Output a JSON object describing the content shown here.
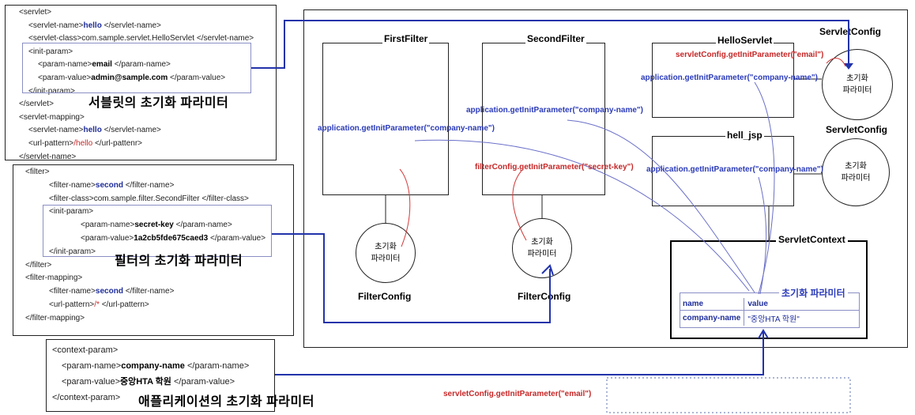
{
  "servlet_xml": {
    "lines": [
      {
        "open": "<servlet>",
        "value": "",
        "close": "",
        "style": "t"
      },
      {
        "open": "<servlet-name>",
        "value": "hello",
        "close": "</servlet-name>",
        "style": "blue"
      },
      {
        "open": "<servlet-class>",
        "value": "com.sample.servlet.HelloServlet",
        "close": "</servlet-name>",
        "style": "t"
      },
      {
        "open": "<init-param>",
        "value": "",
        "close": "",
        "style": "t"
      },
      {
        "open": "<param-name>",
        "value": "email",
        "close": "</param-name>",
        "style": "blk"
      },
      {
        "open": "<param-value>",
        "value": "admin@sample.com",
        "close": "</param-value>",
        "style": "blk"
      },
      {
        "open": "</init-param>",
        "value": "",
        "close": "",
        "style": "t"
      },
      {
        "open": "</servlet>",
        "value": "",
        "close": "",
        "style": "t"
      },
      {
        "open": "<servlet-mapping>",
        "value": "",
        "close": "",
        "style": "t"
      },
      {
        "open": "<servlet-name>",
        "value": "hello",
        "close": "</servlet-name>",
        "style": "blue"
      },
      {
        "open": "<url-pattern>",
        "value": "/hello",
        "close": "</url-pattenr>",
        "style": "red"
      },
      {
        "open": "</servlet-name>",
        "value": "",
        "close": "",
        "style": "t"
      }
    ],
    "caption": "서블릿의 초기화 파라미터"
  },
  "filter_xml": {
    "lines": [
      {
        "open": "<filter>",
        "value": "",
        "close": "",
        "style": "t"
      },
      {
        "open": "<filter-name>",
        "value": "second",
        "close": "</filter-name>",
        "style": "blue"
      },
      {
        "open": "<filter-class>",
        "value": "com.sample.filter.SecondFilter",
        "close": "</filter-class>",
        "style": "t"
      },
      {
        "open": "<init-param>",
        "value": "",
        "close": "",
        "style": "t"
      },
      {
        "open": "<param-name>",
        "value": "secret-key",
        "close": "</param-name>",
        "style": "blk"
      },
      {
        "open": "<param-value>",
        "value": "1a2cb5fde675caed3",
        "close": "</param-value>",
        "style": "blk"
      },
      {
        "open": "</init-param>",
        "value": "",
        "close": "",
        "style": "t"
      },
      {
        "open": "</filter>",
        "value": "",
        "close": "",
        "style": "t"
      },
      {
        "open": "<filter-mapping>",
        "value": "",
        "close": "",
        "style": "t"
      },
      {
        "open": "<filter-name>",
        "value": "second",
        "close": "</filter-name>",
        "style": "blue"
      },
      {
        "open": "<url-pattern>",
        "value": "/*",
        "close": "</url-pattern>",
        "style": "red"
      },
      {
        "open": "</filter-mapping>",
        "value": "",
        "close": "",
        "style": "t"
      }
    ],
    "caption": "필터의 초기화 파라미터"
  },
  "context_xml": {
    "lines": [
      {
        "open": "<context-param>",
        "value": "",
        "close": "",
        "style": "t"
      },
      {
        "open": "<param-name>",
        "value": "company-name",
        "close": "</param-name>",
        "style": "blk"
      },
      {
        "open": "<param-value>",
        "value": "중앙HTA 학원",
        "close": "</param-value>",
        "style": "blk"
      },
      {
        "open": "</context-param>",
        "value": "",
        "close": "",
        "style": "t"
      }
    ],
    "caption": "애플리케이션의 초기화 파라미터"
  },
  "diagram": {
    "first_filter": "FirstFilter",
    "second_filter": "SecondFilter",
    "hello_servlet": "HelloServlet",
    "hell_jsp": "hell_jsp",
    "servlet_context": "ServletContext",
    "servlet_config_1": "ServletConfig",
    "servlet_config_2": "ServletConfig",
    "filter_config_1": "FilterConfig",
    "filter_config_2": "FilterConfig",
    "init_param_line1": "초기화",
    "init_param_line2": "파라미터",
    "context_param_title": "초기화 파라미터",
    "context_table": {
      "headers": [
        "name",
        "value"
      ],
      "row": [
        "company-name",
        "\"중앙HTA 학원\""
      ]
    },
    "calls": {
      "first_app": "application.getInitParameter(\"company-name\")",
      "second_app": "application.getInitParameter(\"company-name\")",
      "second_filter_config": "filterConfig.getInitParameter(\"secret-key\")",
      "servlet_config_email": "servletConfig.getInitParameter(\"email\")",
      "servlet_app": "application.getInitParameter(\"company-name\")",
      "jsp_app": "application.getInitParameter(\"company-name\")",
      "bottom_servlet_config": "servletConfig.getInitParameter(\"email\")"
    }
  },
  "colors": {
    "blue": "#1e2d9b",
    "red": "#c62828",
    "link": "#2233aa",
    "curve_red": "#d33a3a",
    "curve_blue": "#6a6fc8"
  }
}
